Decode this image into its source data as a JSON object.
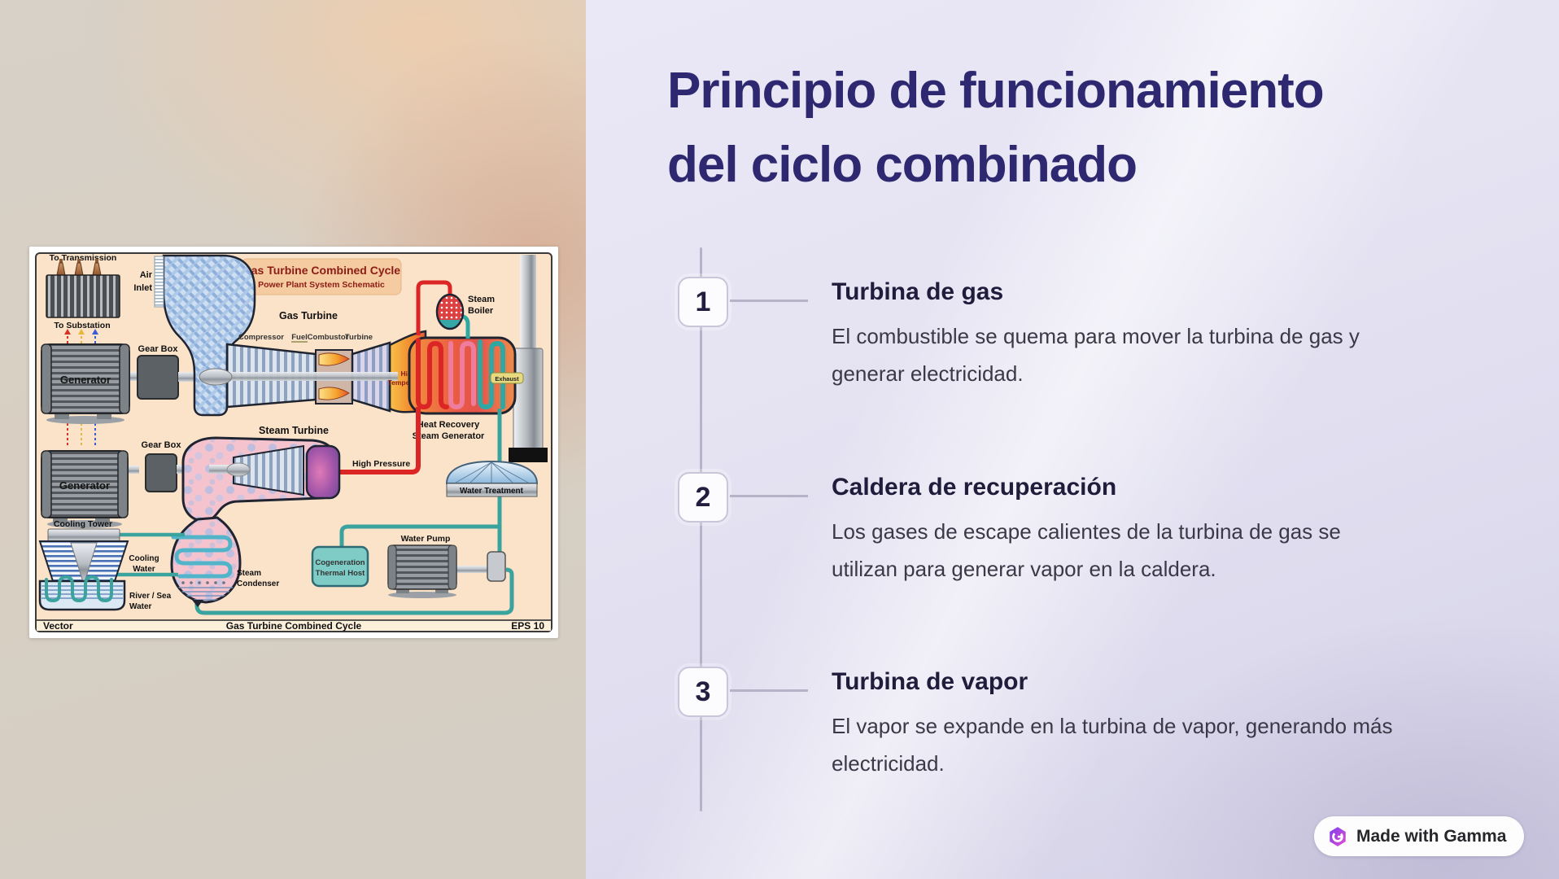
{
  "slide": {
    "title_line1": "Principio de funcionamiento",
    "title_line2": "del ciclo combinado",
    "steps": [
      {
        "number": "1",
        "heading": "Turbina de gas",
        "body": "El combustible se quema para mover la turbina de gas y generar electricidad."
      },
      {
        "number": "2",
        "heading": "Caldera de recuperación",
        "body": "Los gases de escape calientes de la turbina de gas se utilizan para generar vapor en la caldera."
      },
      {
        "number": "3",
        "heading": "Turbina de vapor",
        "body": "El vapor se expande en la turbina de vapor, generando más electricidad."
      }
    ],
    "badge_label": "Made with Gamma"
  },
  "diagram": {
    "title_box": {
      "title": "Gas Turbine Combined Cycle",
      "subtitle": "Power Plant System Schematic"
    },
    "labels": {
      "to_transmission": "To Transmission",
      "to_substation": "To Substation",
      "air_line1": "Air",
      "air_line2": "Inlet",
      "gas_turbine": "Gas Turbine",
      "compressor": "Compressor",
      "fuel": "Fuel",
      "combustor": "Combustor",
      "turbine": "Turbine",
      "gear_box": "Gear Box",
      "generator": "Generator",
      "high_temp_line1": "High",
      "high_temp_line2": "Temperature",
      "exhaust": "Exhaust",
      "steam_boiler_line1": "Steam",
      "steam_boiler_line2": "Boiler",
      "hrsg_line1": "Heat Recovery",
      "hrsg_line2": "Steam Generator",
      "steam_turbine": "Steam Turbine",
      "high_pressure": "High Pressure",
      "water_treatment": "Water Treatment",
      "cooling_tower": "Cooling Tower",
      "cooling_water_line1": "Cooling",
      "cooling_water_line2": "Water",
      "condenser_line1": "Steam",
      "condenser_line2": "Condenser",
      "river_line1": "River / Sea",
      "river_line2": "Water",
      "cogen_line1": "Cogeneration",
      "cogen_line2": "Thermal Host",
      "water_pump": "Water Pump"
    },
    "footer": {
      "left": "Vector",
      "center": "Gas Turbine Combined Cycle",
      "right": "EPS 10"
    }
  },
  "colors": {
    "title_text": "#2e2870",
    "heading_text": "#201c3c",
    "body_text": "#3b3947",
    "panel_bg": "#e5e3f2",
    "pipe_red": "#d92b23",
    "pipe_teal": "#3aa39e",
    "diagram_bg": "#fbe3c9"
  }
}
